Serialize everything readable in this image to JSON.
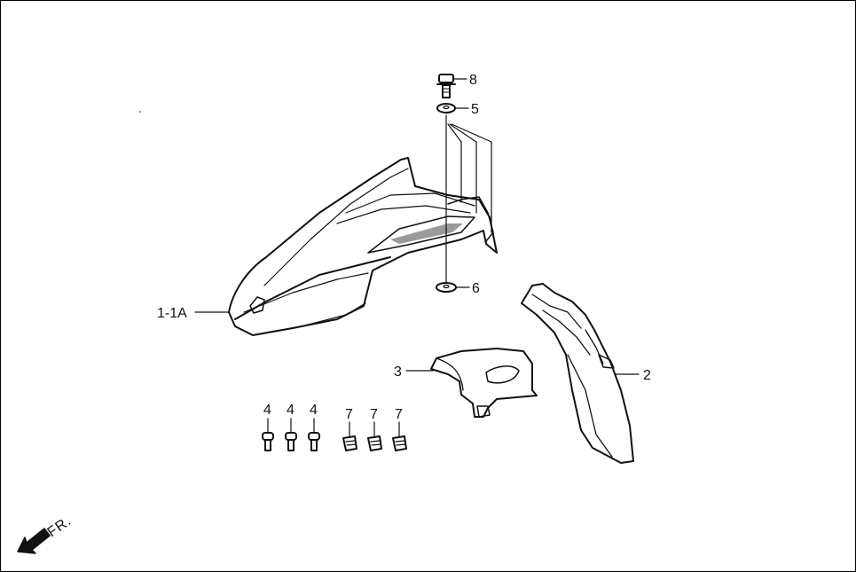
{
  "callouts": {
    "part_8": "8",
    "part_5": "5",
    "part_6": "6",
    "part_1_1a": "1-1A",
    "part_3": "3",
    "part_2": "2",
    "part_4a": "4",
    "part_4b": "4",
    "part_4c": "4",
    "part_7a": "7",
    "part_7b": "7",
    "part_7c": "7"
  },
  "direction_label": "FR.",
  "colors": {
    "line": "#111111",
    "shade": "#9a9a9a",
    "paper": "#ffffff"
  }
}
